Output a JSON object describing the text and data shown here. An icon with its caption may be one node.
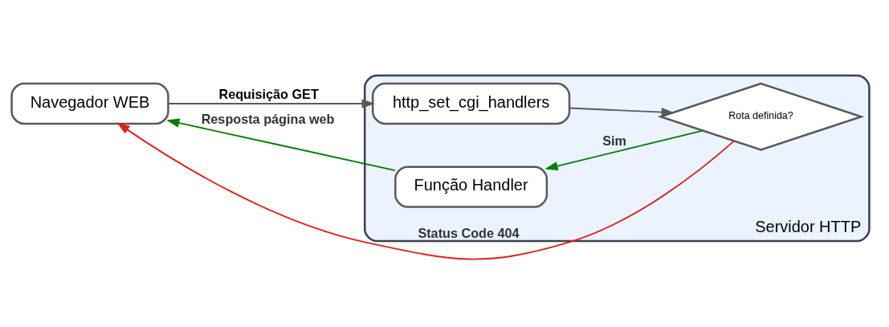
{
  "diagram": {
    "nodes": [
      {
        "text": [
          "Navegador WEB"
        ]
      },
      {
        "text": [
          "Servidor HTTP"
        ]
      },
      {
        "text": [
          "http_set_cgi_handlers"
        ],
        "in": 1
      },
      {
        "text": [
          "Função Handler"
        ],
        "in": 1
      },
      {
        "text": [
          "Rota definida?"
        ],
        "in": 1
      }
    ],
    "edges": [
      {
        "from": 0,
        "to": 2,
        "arrow": "to",
        "label": "Requisição GET"
      },
      {
        "from": 2,
        "to": 4,
        "arrow": "to"
      },
      {
        "from": 4,
        "to": 3,
        "arrow": "to",
        "label": "Sim",
        "color": "#008000"
      },
      {
        "from": 3,
        "to": 0,
        "arrow": "to",
        "label": "Resposta página web",
        "color": "#008000"
      },
      {
        "from": 4,
        "to": 0,
        "arrow": "to",
        "label": "Status Code 404",
        "color": "#e0201b"
      }
    ]
  }
}
